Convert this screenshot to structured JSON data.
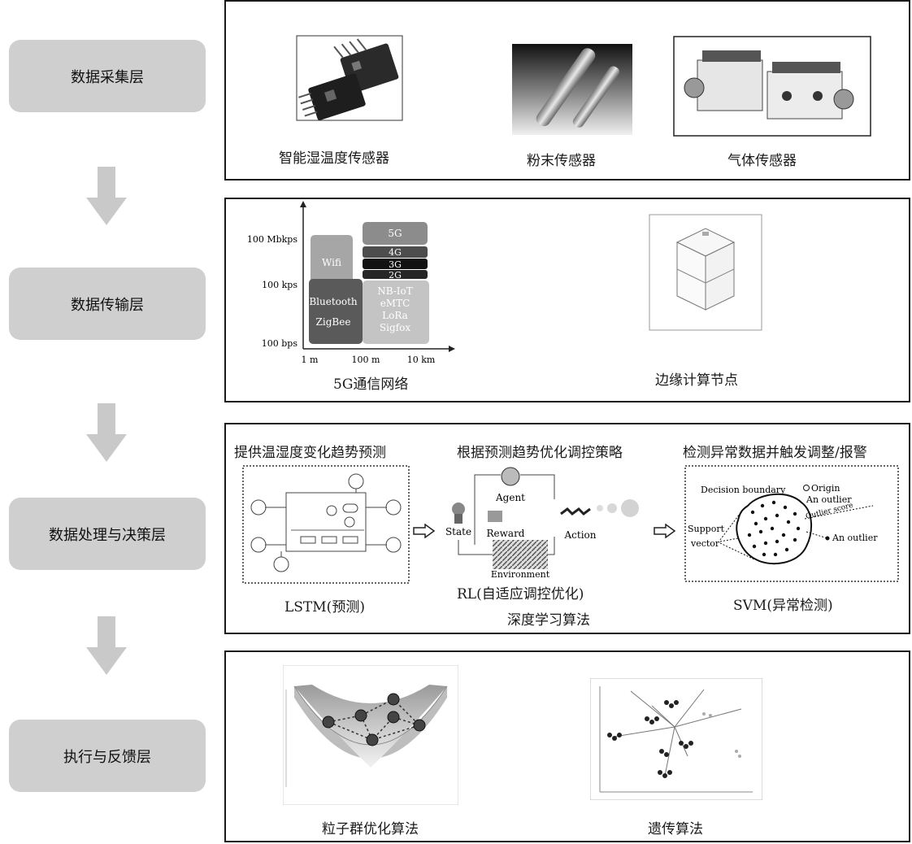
{
  "layers": {
    "acquisition": "数据采集层",
    "transmission": "数据传输层",
    "processing": "数据处理与决策层",
    "execution": "执行与反馈层"
  },
  "acquisition_panel": {
    "humidity_sensor": "智能湿温度传感器",
    "powder_sensor": "粉末传感器",
    "gas_sensor": "气体传感器"
  },
  "transmission_panel": {
    "network_caption": "5G通信网络",
    "edge_caption": "边缘计算节点",
    "y_ticks": [
      "100 Mbkps",
      "100 kps",
      "100 bps"
    ],
    "x_ticks": [
      "1 m",
      "100 m",
      "10 km"
    ],
    "blocks": {
      "wifi": "Wifi",
      "bluetooth": "Bluetooth",
      "zigbee": "ZigBee",
      "g5": "5G",
      "g4": "4G",
      "g3": "3G",
      "g2": "2G",
      "lpwan": [
        "NB-IoT",
        "eMTC",
        "LoRa",
        "Sigfox"
      ]
    },
    "colors": {
      "wifi": "#a6a6a6",
      "bluetooth": "#5a5a5a",
      "g5": "#8c8c8c",
      "g4": "#4d4d4d",
      "g3": "#111111",
      "g2": "#262626",
      "lpwan": "#c4c4c4"
    }
  },
  "processing_panel": {
    "lstm_heading": "提供温湿度变化趋势预测",
    "rl_heading": "根据预测趋势优化调控策略",
    "svm_heading": "检测异常数据并触发调整/报警",
    "lstm_caption": "LSTM(预测)",
    "rl_caption": "RL(自适应调控优化)",
    "svm_caption": "SVM(异常检测)",
    "group_caption": "深度学习算法",
    "rl_labels": {
      "agent": "Agent",
      "state": "State",
      "reward": "Reward",
      "action": "Action",
      "environment": "Environment"
    },
    "svm_labels": {
      "boundary": "Decision boundary",
      "origin": "Origin",
      "outlier": "An outlier",
      "outlier_score": "Outlier score",
      "support": "Support",
      "vector": "vector"
    }
  },
  "execution_panel": {
    "pso_caption": "粒子群优化算法",
    "ga_caption": "遗传算法"
  }
}
